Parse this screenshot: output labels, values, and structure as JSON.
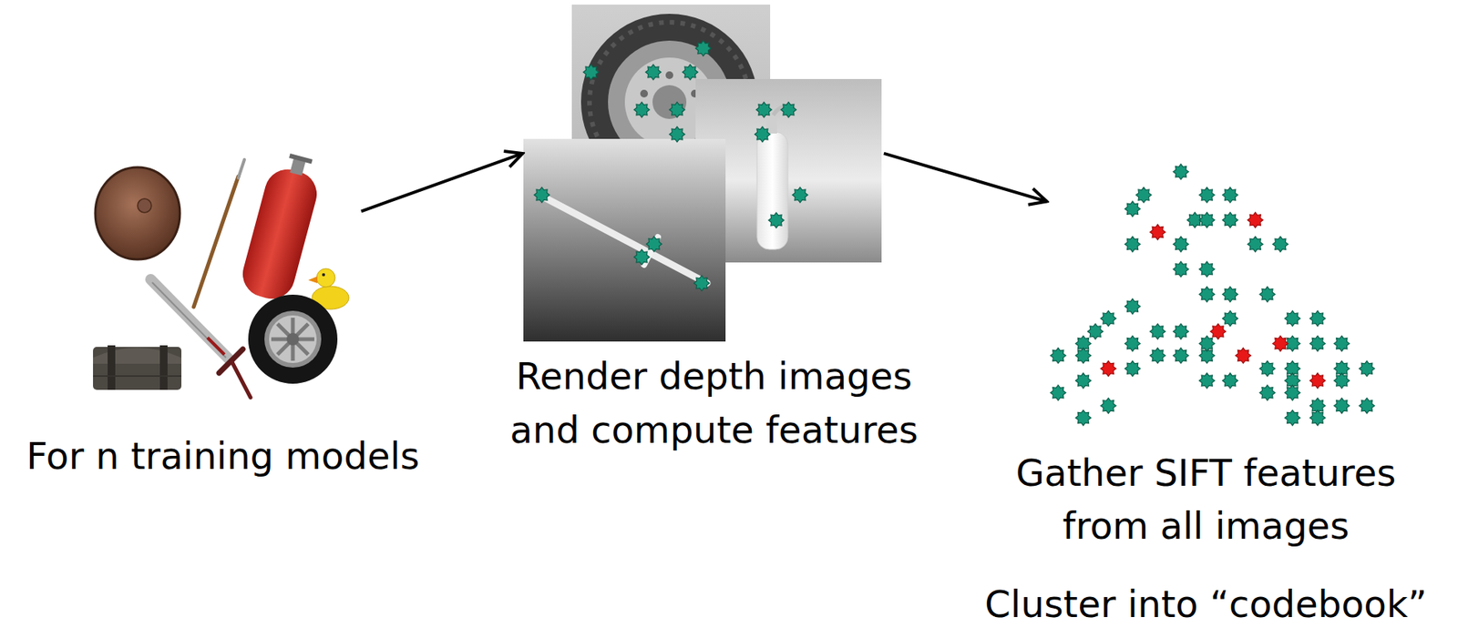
{
  "diagram": {
    "nodes": [
      {
        "text": [
          "For n training models"
        ]
      },
      {
        "text": [
          "Render depth images and compute features"
        ]
      },
      {
        "text": [
          "Gather SIFT features from all images",
          "Cluster into “codebook”"
        ]
      }
    ],
    "edges": [
      {
        "from": 0,
        "to": 1,
        "arrow": "to"
      },
      {
        "from": 1,
        "to": 2,
        "arrow": "to"
      }
    ]
  }
}
